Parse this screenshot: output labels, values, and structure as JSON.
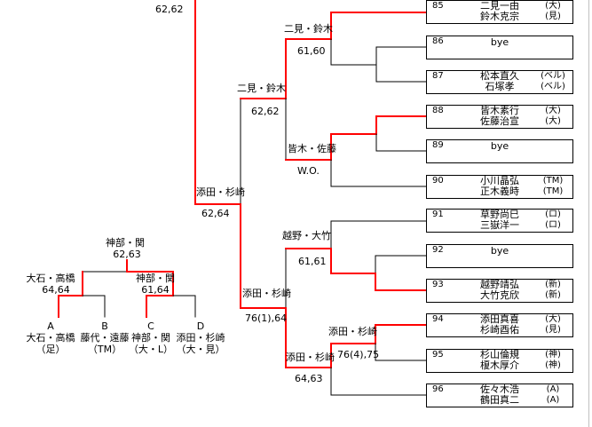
{
  "colors": {
    "winner_line": "#ff0000",
    "line": "#000000"
  },
  "main_bracket": {
    "top_score": "62,62",
    "results": [
      {
        "winner": "添田・杉崎",
        "score": "62,64"
      },
      {
        "winner": "二見・鈴木",
        "score": "62,62"
      },
      {
        "winner": "二見・鈴木",
        "score": "61,60"
      },
      {
        "winner": "皆木・佐藤",
        "score": "W.O."
      },
      {
        "winner": "越野・大竹",
        "score": "61,61"
      },
      {
        "winner": "添田・杉崎",
        "score": "76(1),64"
      },
      {
        "winner": "添田・杉崎",
        "score": "64,63"
      },
      {
        "winner": "添田・杉崎",
        "score": "76(4),75"
      }
    ],
    "entries": [
      {
        "num": "85",
        "p1": "二見一由",
        "c1": "(大)",
        "p2": "鈴木克宗",
        "c2": "(見)"
      },
      {
        "num": "86",
        "bye": "bye"
      },
      {
        "num": "87",
        "p1": "松本直久",
        "c1": "(ベル)",
        "p2": "石塚孝",
        "c2": "(ベル)"
      },
      {
        "num": "88",
        "p1": "皆木素行",
        "c1": "(大)",
        "p2": "佐藤治宣",
        "c2": "(大)"
      },
      {
        "num": "89",
        "bye": "bye"
      },
      {
        "num": "90",
        "p1": "小川晶弘",
        "c1": "(TM)",
        "p2": "正木義時",
        "c2": "(TM)"
      },
      {
        "num": "91",
        "p1": "草野尚巳",
        "c1": "(ロ)",
        "p2": "三嶽洋一",
        "c2": "(ロ)"
      },
      {
        "num": "92",
        "bye": "bye"
      },
      {
        "num": "93",
        "p1": "越野靖弘",
        "c1": "(新)",
        "p2": "大竹克欣",
        "c2": "(新)"
      },
      {
        "num": "94",
        "p1": "添田真喜",
        "c1": "(大)",
        "p2": "杉崎酉佑",
        "c2": "(見)"
      },
      {
        "num": "95",
        "p1": "杉山倫規",
        "c1": "(神)",
        "p2": "榎木厚介",
        "c2": "(神)"
      },
      {
        "num": "96",
        "p1": "佐々木浩",
        "c1": "(A)",
        "p2": "鶴田真二",
        "c2": "(A)"
      }
    ]
  },
  "final_bracket": {
    "final": {
      "winner": "神部・関",
      "score": "62,63"
    },
    "semi1": {
      "winner": "大石・高橋",
      "score": "64,64"
    },
    "semi2": {
      "winner": "神部・関",
      "score": "61,64"
    },
    "blocks": [
      {
        "letter": "A",
        "pair": "大石・高橋",
        "club": "（足）"
      },
      {
        "letter": "B",
        "pair": "藤代・遠藤",
        "club": "（TM）"
      },
      {
        "letter": "C",
        "pair": "神部・関",
        "club": "（大・L）"
      },
      {
        "letter": "D",
        "pair": "添田・杉崎",
        "club": "（大・見）"
      }
    ]
  }
}
